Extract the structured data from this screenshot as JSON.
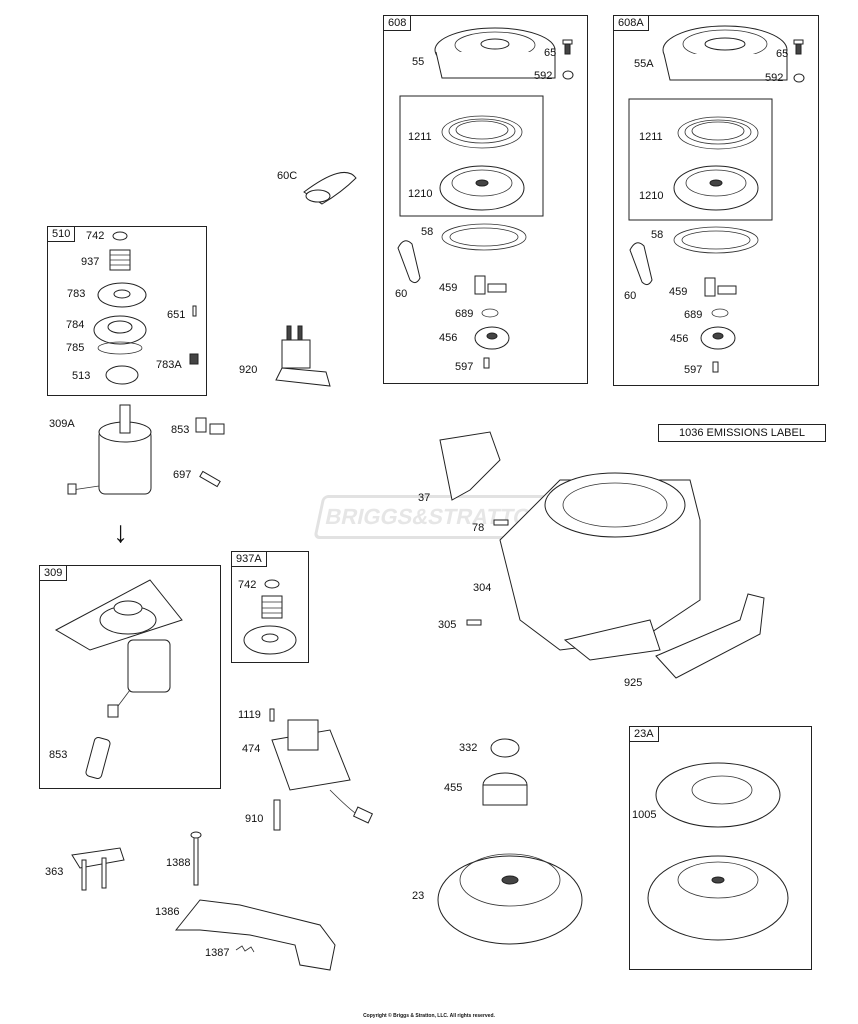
{
  "groups": [
    {
      "id": "608",
      "label": "608"
    },
    {
      "id": "608A",
      "label": "608A"
    },
    {
      "id": "510",
      "label": "510"
    },
    {
      "id": "309",
      "label": "309"
    },
    {
      "id": "937A",
      "label": "937A"
    },
    {
      "id": "23A",
      "label": "23A"
    }
  ],
  "callouts": {
    "c608_55": "55",
    "c608_65": "65",
    "c608_592": "592",
    "c608_1211": "1211",
    "c608_1210": "1210",
    "c608_58": "58",
    "c608_60": "60",
    "c608_459": "459",
    "c608_689": "689",
    "c608_456": "456",
    "c608_597": "597",
    "c608a_55a": "55A",
    "c608a_65": "65",
    "c608a_592": "592",
    "c608a_1211": "1211",
    "c608a_1210": "1210",
    "c608a_58": "58",
    "c608a_60": "60",
    "c608a_459": "459",
    "c608a_689": "689",
    "c608a_456": "456",
    "c608a_597": "597",
    "c60c": "60C",
    "c510_742": "742",
    "c510_937": "937",
    "c510_783": "783",
    "c510_651": "651",
    "c510_784": "784",
    "c510_785": "785",
    "c510_783a": "783A",
    "c510_513": "513",
    "c920": "920",
    "c309a": "309A",
    "c853a": "853",
    "c697": "697",
    "c309_853": "853",
    "c937a_742": "742",
    "c37": "37",
    "c78": "78",
    "c304": "304",
    "c305": "305",
    "c925": "925",
    "c1119": "1119",
    "c474": "474",
    "c910": "910",
    "c1388": "1388",
    "c363": "363",
    "c1386": "1386",
    "c1387": "1387",
    "c332": "332",
    "c455": "455",
    "c23": "23",
    "c23a_1005": "1005"
  },
  "emissions_label": "1036 EMISSIONS LABEL",
  "watermark": "BRIGGS&STRATTON",
  "copyright": "Copyright © Briggs & Stratton, LLC. All rights reserved.",
  "arrow": "↓"
}
